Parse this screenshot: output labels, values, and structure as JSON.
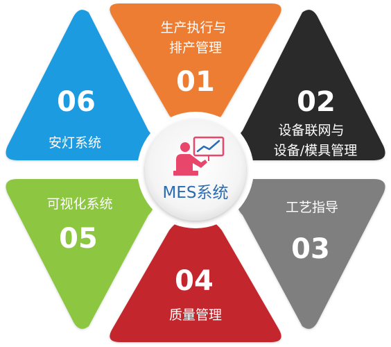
{
  "hub": {
    "title": "MES系统",
    "icon": "presenter-chart-icon",
    "icon_color": "#e8476b",
    "board_color": "#2a6bb5",
    "title_color": "#2a6bb5"
  },
  "segments": [
    {
      "id": "seg-01",
      "number": "01",
      "label_lines": [
        "生产执行与",
        "排产管理"
      ],
      "color": "#ed7d31"
    },
    {
      "id": "seg-02",
      "number": "02",
      "label_lines": [
        "设备联网与",
        "设备/模具管理"
      ],
      "color": "#2b2b2b"
    },
    {
      "id": "seg-03",
      "number": "03",
      "label_lines": [
        "工艺指导"
      ],
      "color": "#7f7f7f"
    },
    {
      "id": "seg-04",
      "number": "04",
      "label_lines": [
        "质量管理"
      ],
      "color": "#c4282d"
    },
    {
      "id": "seg-05",
      "number": "05",
      "label_lines": [
        "可视化系统"
      ],
      "color": "#8dc63f"
    },
    {
      "id": "seg-06",
      "number": "06",
      "label_lines": [
        "安灯系统"
      ],
      "color": "#1e9be0"
    }
  ]
}
